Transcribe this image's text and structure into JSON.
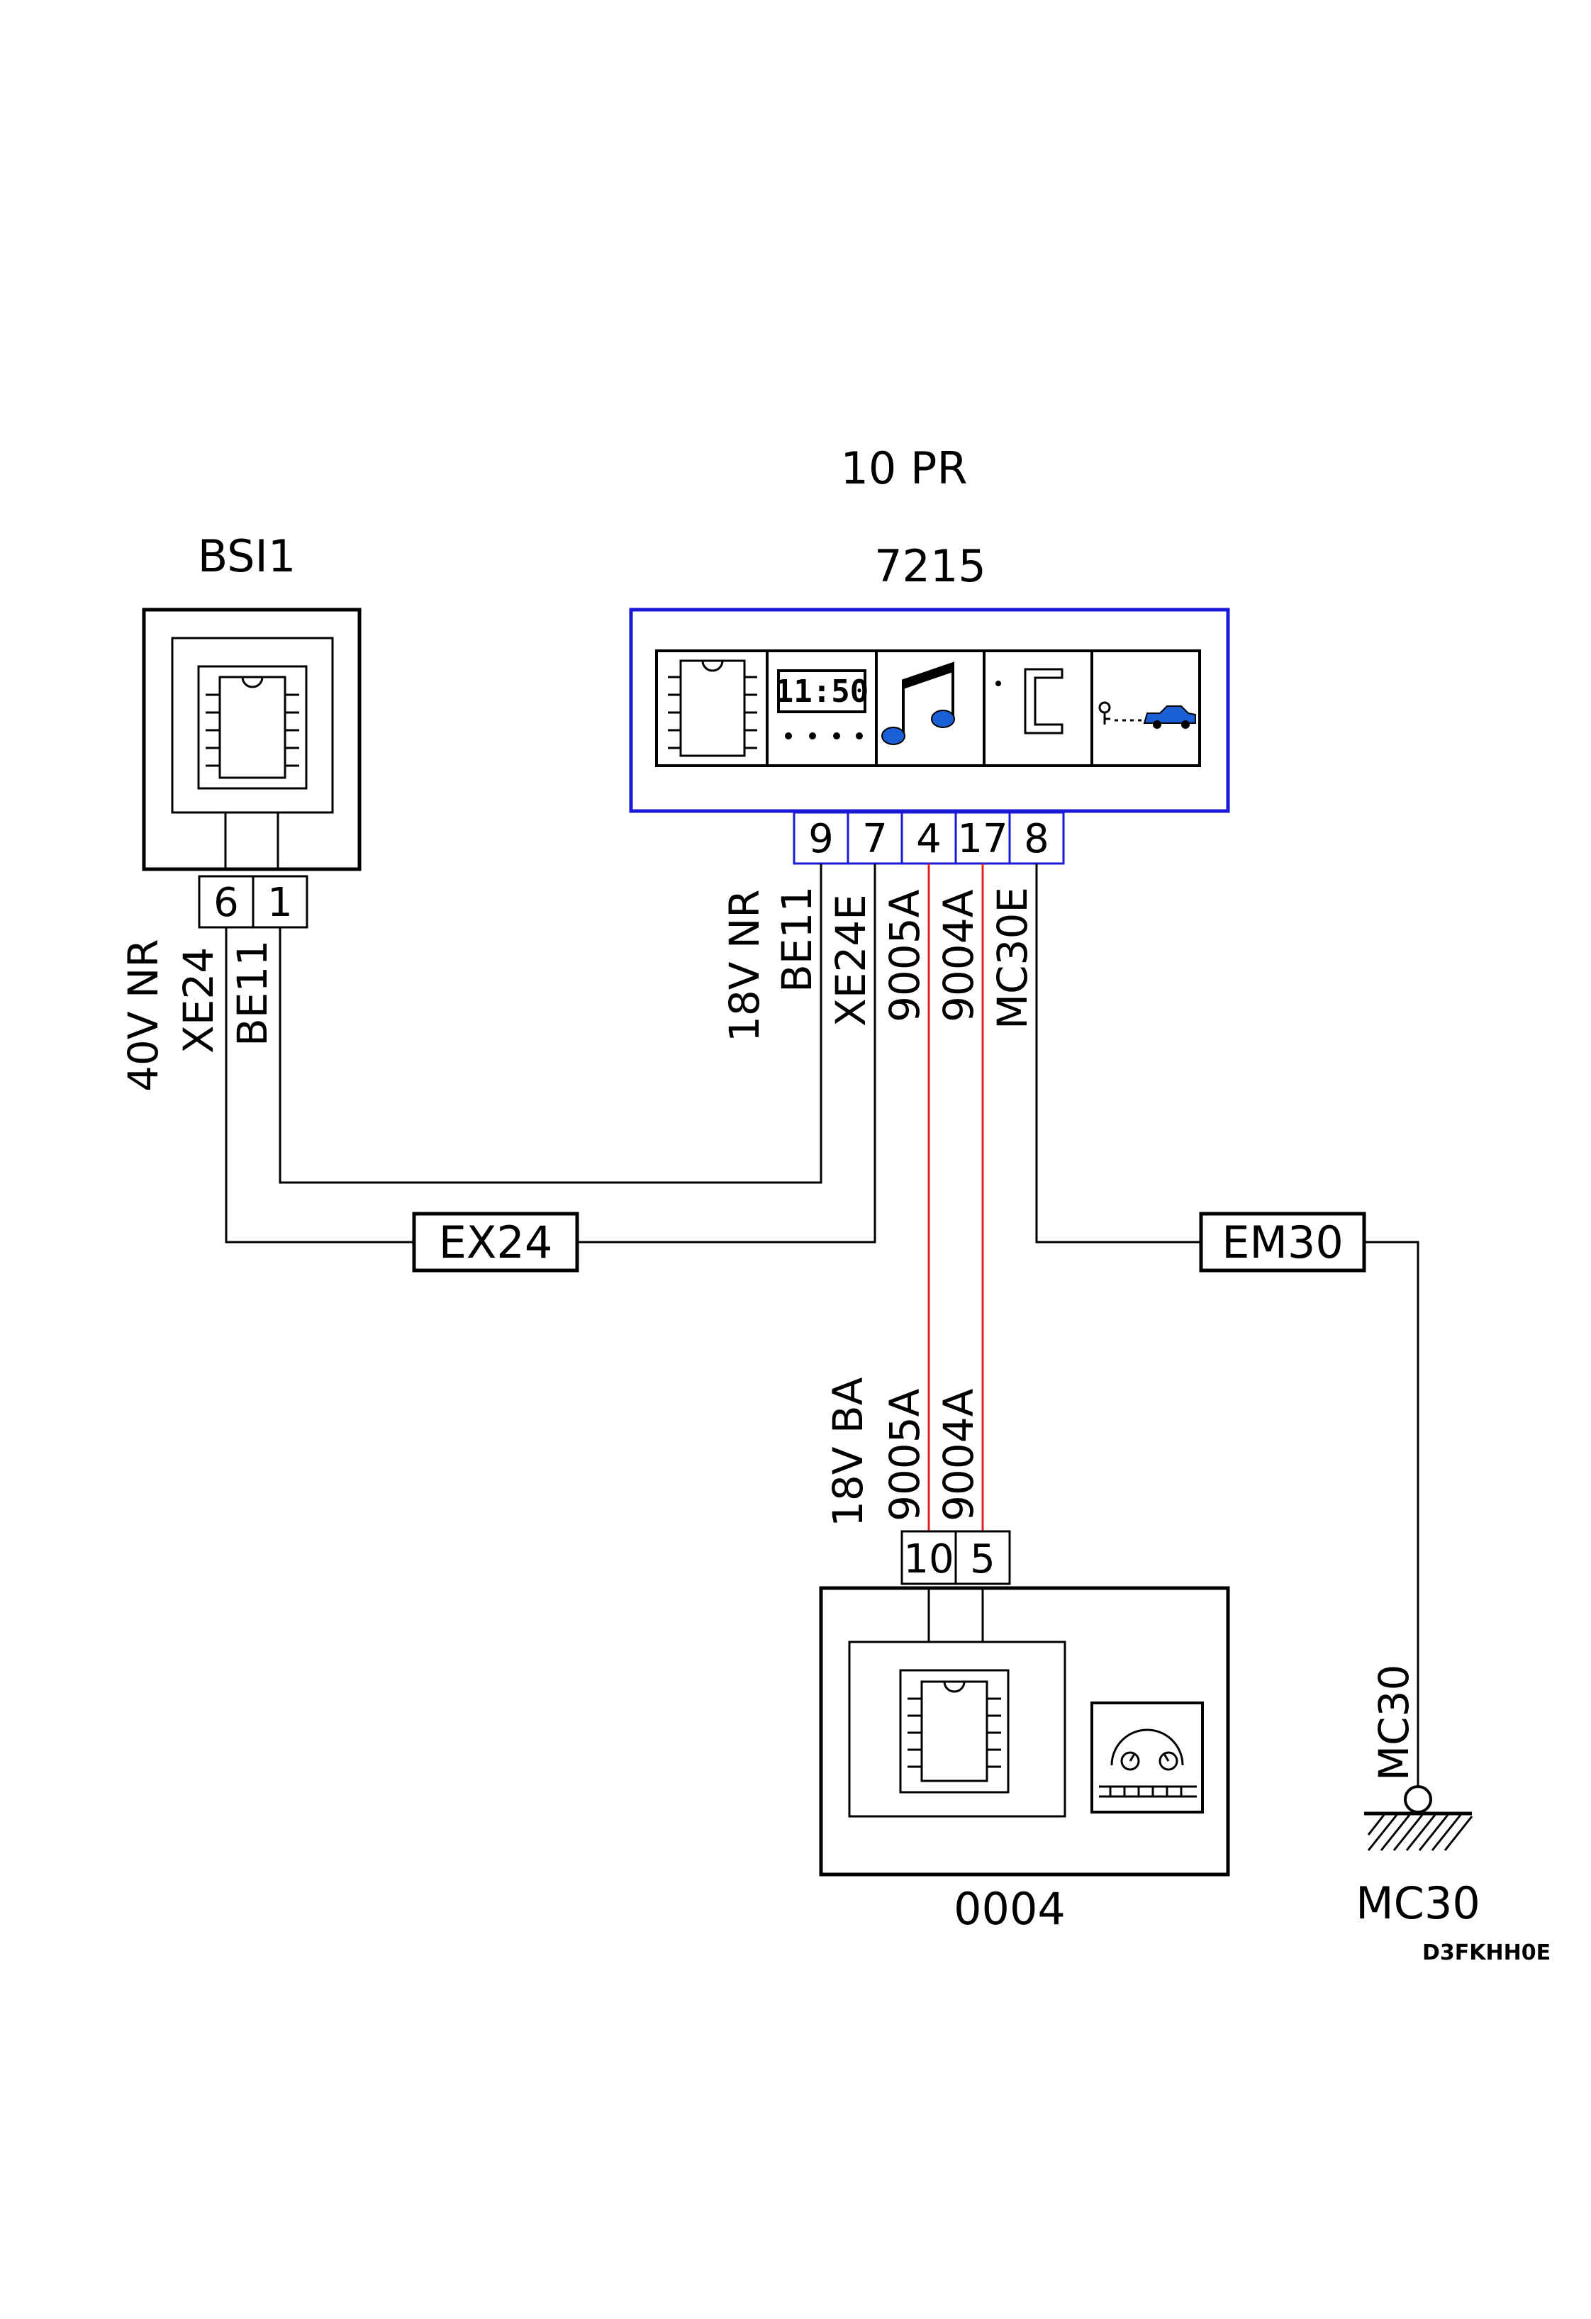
{
  "components": {
    "bsi": {
      "name": "BSI1"
    },
    "display": {
      "name": "7215",
      "connector": "10 PR",
      "clock": "11:50"
    },
    "radio": {
      "name": "0004"
    },
    "ground": {
      "name": "MC30",
      "ground_label": "MC30"
    }
  },
  "connectors": {
    "bsi_pins": [
      "6",
      "1"
    ],
    "display_pins": [
      "9",
      "7",
      "4",
      "17",
      "8"
    ],
    "radio_pins": [
      "10",
      "5"
    ]
  },
  "wires": {
    "bsi_connector": "40V NR",
    "bsi_xe24": "XE24",
    "bsi_be11": "BE11",
    "display_connector": "18V NR",
    "display_be11": "BE11",
    "display_xe24e": "XE24E",
    "display_9005a": "9005A",
    "display_9004a": "9004A",
    "display_mc30e": "MC30E",
    "radio_connector": "18V BA",
    "radio_9005a": "9005A",
    "radio_9004a": "9004A"
  },
  "splices": {
    "ex24": "EX24",
    "em30": "EM30"
  },
  "reference": "D3FKHH0E",
  "colors": {
    "display_frame": "#1a1ad6",
    "bus_wire": "#e02020",
    "icon_blue": "#1a5fd6",
    "wire": "#000000"
  }
}
